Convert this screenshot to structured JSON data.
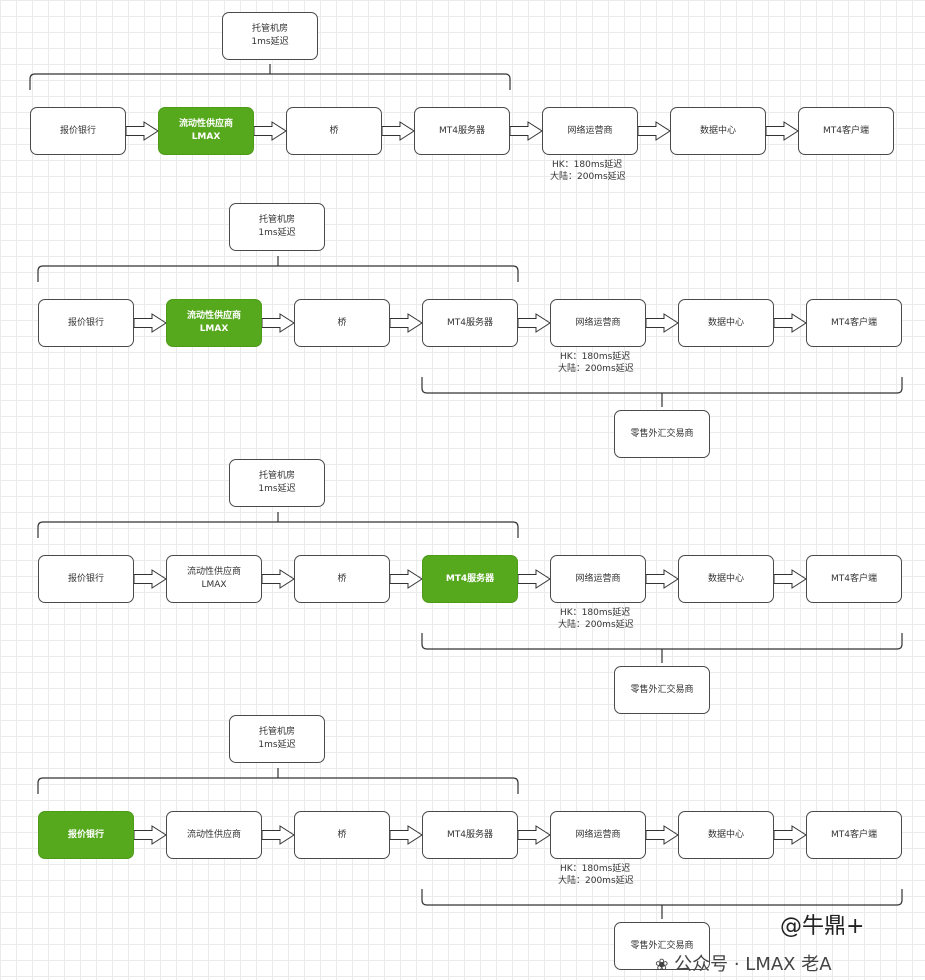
{
  "labels": {
    "hosting_title": "托管机房",
    "hosting_sub": "1ms延迟",
    "quote_bank": "报价银行",
    "lp_title": "流动性供应商",
    "lp_sub": "LMAX",
    "bridge": "桥",
    "mt4_server": "MT4服务器",
    "network": "网络运营商",
    "datacenter": "数据中心",
    "mt4_client": "MT4客户端",
    "latency_hk": "HK：180ms延迟",
    "latency_mainland": "大陆：200ms延迟",
    "retail": "零售外汇交易商"
  },
  "highlight_color": "#56a81d",
  "diagrams": [
    {
      "highlight": "lp",
      "show_retail": false
    },
    {
      "highlight": "lp",
      "show_retail": true
    },
    {
      "highlight": "mt4",
      "show_retail": true
    },
    {
      "highlight": "bank",
      "show_retail": true
    }
  ],
  "watermark": {
    "brand": "@牛鼎+",
    "account": "公众号 · LMAX 老A"
  }
}
